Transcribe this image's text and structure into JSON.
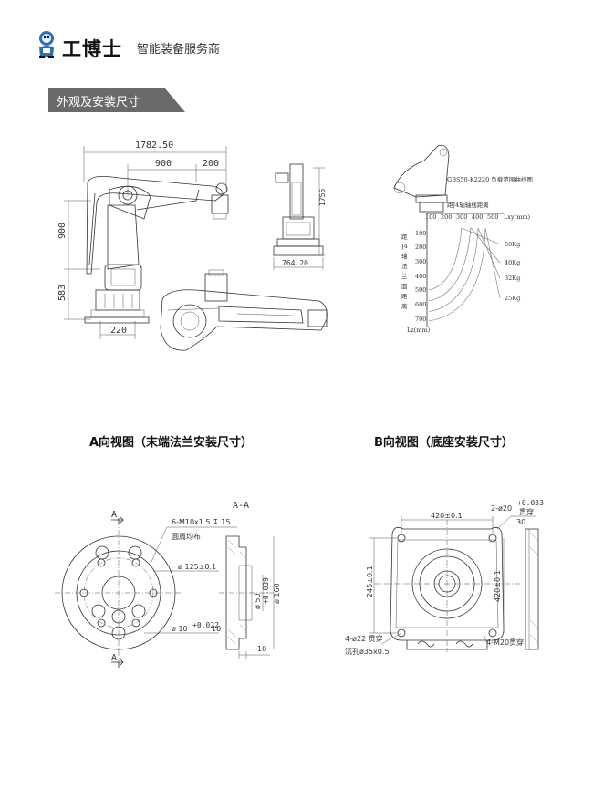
{
  "header": {
    "brand": "工博士",
    "tagline": "智能装备服务商",
    "logo_icon": "robot-mascot-icon"
  },
  "section": {
    "title": "外观及安装尺寸",
    "accent": "#6a6a6a"
  },
  "side_view": {
    "dim_total": "1782.50",
    "dim_a": "900",
    "dim_b": "200",
    "dim_h1": "900",
    "dim_h2": "583",
    "dim_base": "220"
  },
  "front_view": {
    "dim_height": "1755",
    "dim_width": "764.20"
  },
  "load_chart": {
    "title": "GBS50-K2220 负载范围曲线图",
    "x_caption": "距J4轴轴线距离",
    "x_unit": "Lxy(mm)",
    "x_ticks": [
      "100",
      "200",
      "300",
      "400",
      "500"
    ],
    "y_caption": [
      "距",
      "J4",
      "轴",
      "法",
      "兰",
      "面",
      "距",
      "离"
    ],
    "y_unit": "Lz(mm)",
    "y_ticks": [
      "100",
      "200",
      "300",
      "400",
      "500",
      "600",
      "700"
    ],
    "curves": [
      "50Kg",
      "40Kg",
      "32Kg",
      "25Kg"
    ]
  },
  "view_a": {
    "title": "A向视图（末端法兰安装尺寸）",
    "section_label": "A-A",
    "mark": "A",
    "thread_note": "6-M10x1.5 ↧ 15",
    "thread_note2": "圆周均布",
    "pcd": "ø 125±0.1",
    "pin": "ø 10",
    "pin_tol": "+0.022",
    "pin_depth": "10",
    "bore": "ø 50",
    "bore_tol": "+0.039",
    "outer": "ø 160",
    "thickness": "10"
  },
  "view_b": {
    "title": "B向视图（底座安装尺寸）",
    "width_dim": "420±0.1",
    "pin_note": "2-ø20",
    "pin_tol": "+0.033",
    "pin_thru": "贯穿",
    "side_dim": "30",
    "left_dim": "245±0.1",
    "right_dim": "420±0.1",
    "hole_note": "4-ø22 贯穿",
    "counterbore": "沉孔ø35x0.5",
    "thread_note": "4-M20贯穿"
  }
}
